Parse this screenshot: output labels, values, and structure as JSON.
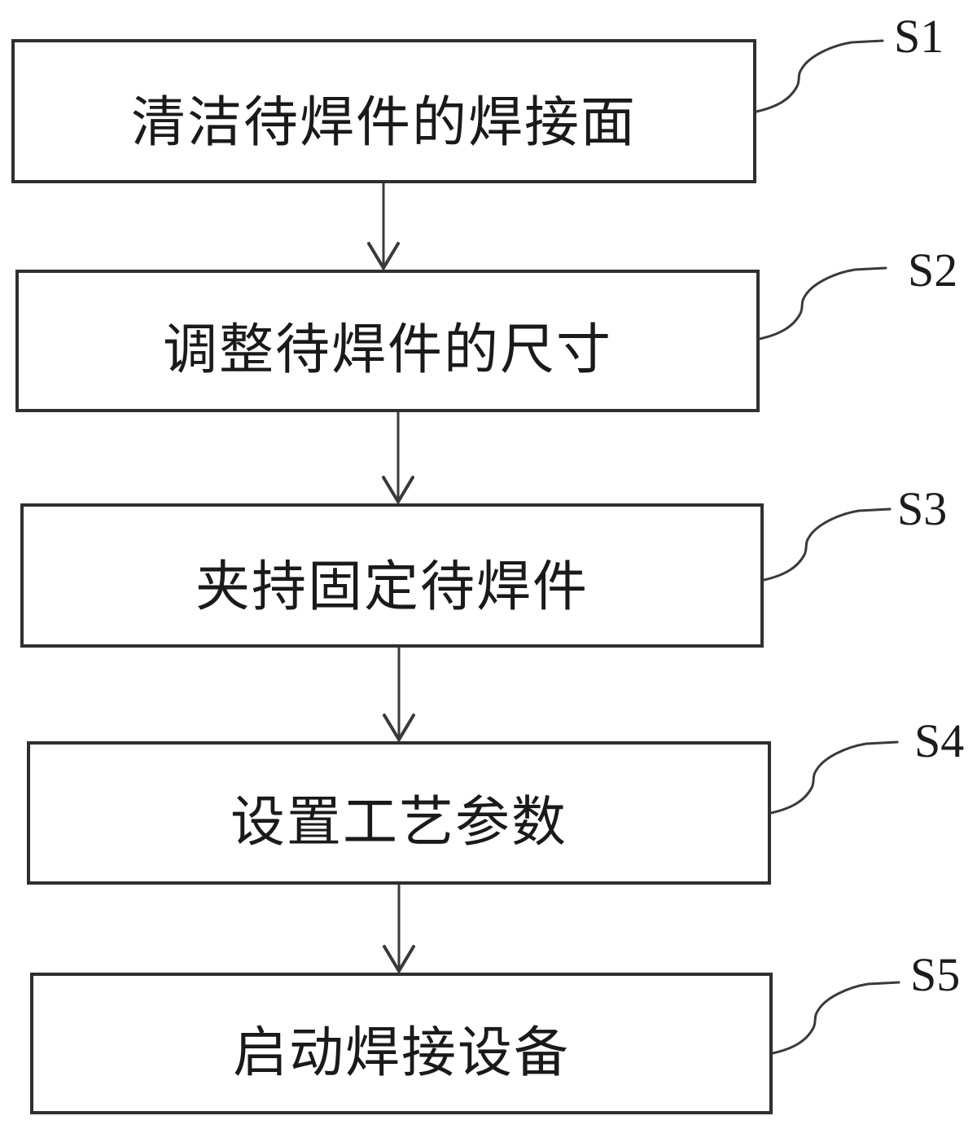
{
  "figure": {
    "type": "flowchart",
    "colors": {
      "background": "#ffffff",
      "line": "#3a3a3a",
      "border": "#2f2f2f",
      "text": "#1a1a1a"
    },
    "steps": [
      {
        "id": "S1",
        "label": "清洁待焊件的焊接面"
      },
      {
        "id": "S2",
        "label": "调整待焊件的尺寸"
      },
      {
        "id": "S3",
        "label": "夹持固定待焊件"
      },
      {
        "id": "S4",
        "label": "设置工艺参数"
      },
      {
        "id": "S5",
        "label": "启动焊接设备"
      }
    ]
  }
}
